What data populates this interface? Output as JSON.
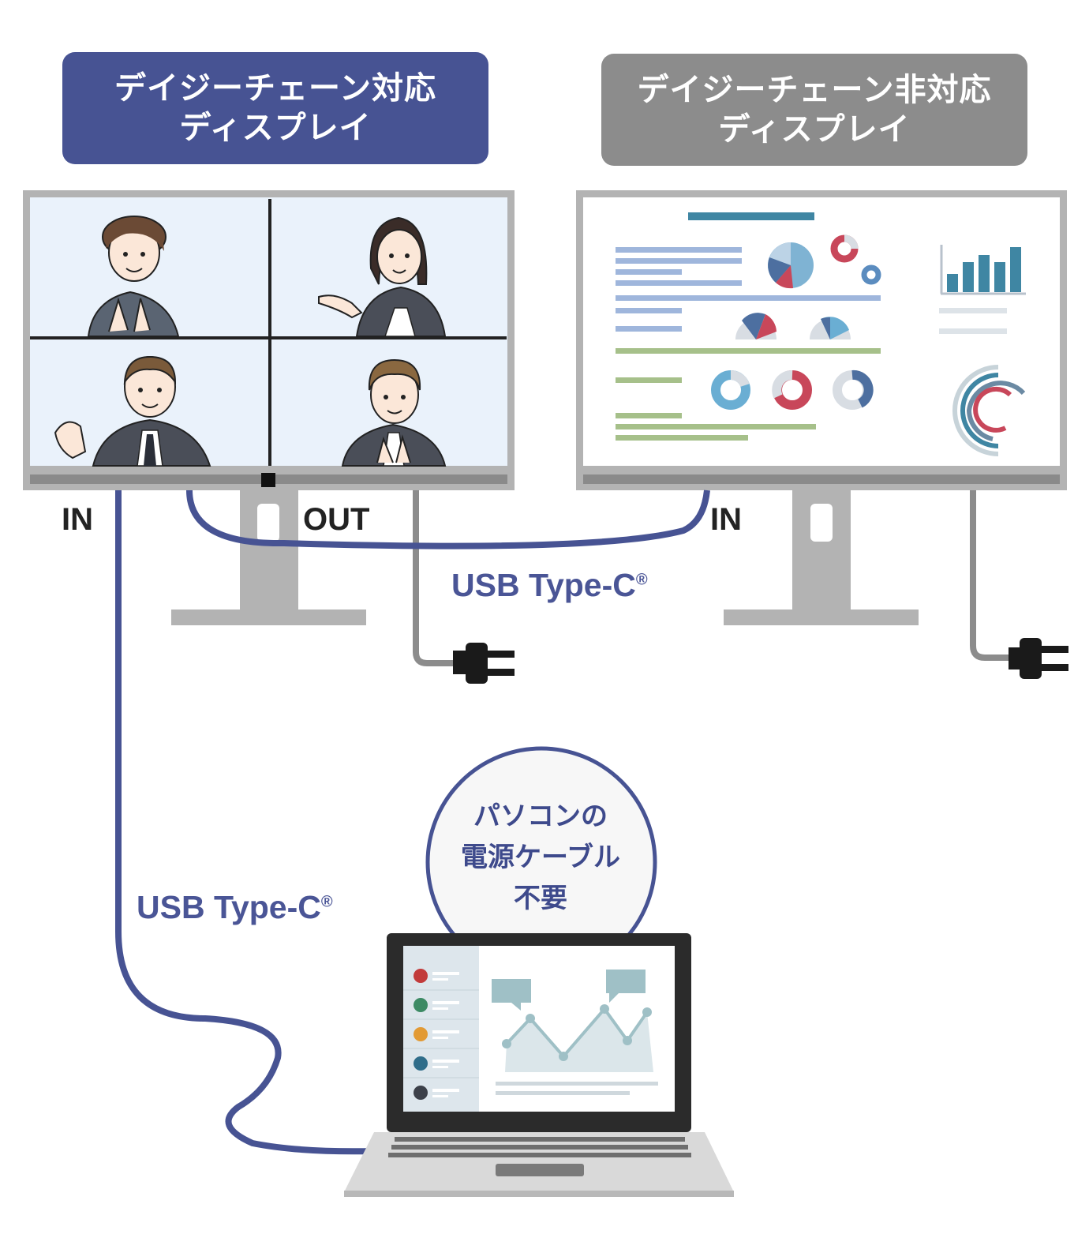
{
  "title_left": {
    "line1": "デイジーチェーン対応",
    "line2": "ディスプレイ",
    "color": "#475393"
  },
  "title_right": {
    "line1": "デイジーチェーン非対応",
    "line2": "ディスプレイ",
    "color": "#8c8c8c"
  },
  "ports": {
    "left_in": "IN",
    "left_out": "OUT",
    "right_in": "IN"
  },
  "cable": {
    "label": "USB Type-C",
    "mark": "®",
    "color": "#4a5596"
  },
  "badge": {
    "line1": "パソコンの",
    "line2": "電源ケーブル",
    "line3": "不要"
  },
  "icons": [
    "person-icon",
    "pie-chart-icon",
    "donut-chart-icon",
    "bar-chart-icon",
    "power-plug-icon",
    "laptop-icon"
  ]
}
